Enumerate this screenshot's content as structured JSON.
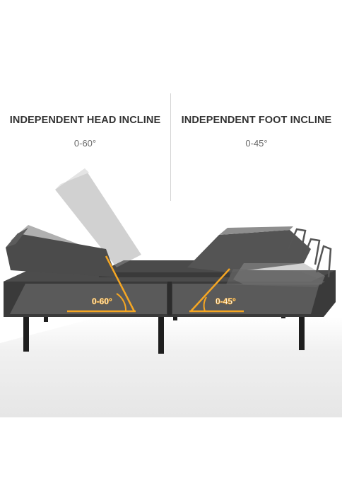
{
  "head": {
    "title": "INDEPENDENT HEAD INCLINE",
    "range": "0-60°",
    "angle_label": "0-60°"
  },
  "foot": {
    "title": "INDEPENDENT FOOT INCLINE",
    "range": "0-45°",
    "angle_label": "0-45°"
  },
  "colors": {
    "accent": "#f5a623",
    "frame": "#3c3c3c",
    "mattress": "#4a4a4a",
    "legs": "#1e1e1e"
  }
}
